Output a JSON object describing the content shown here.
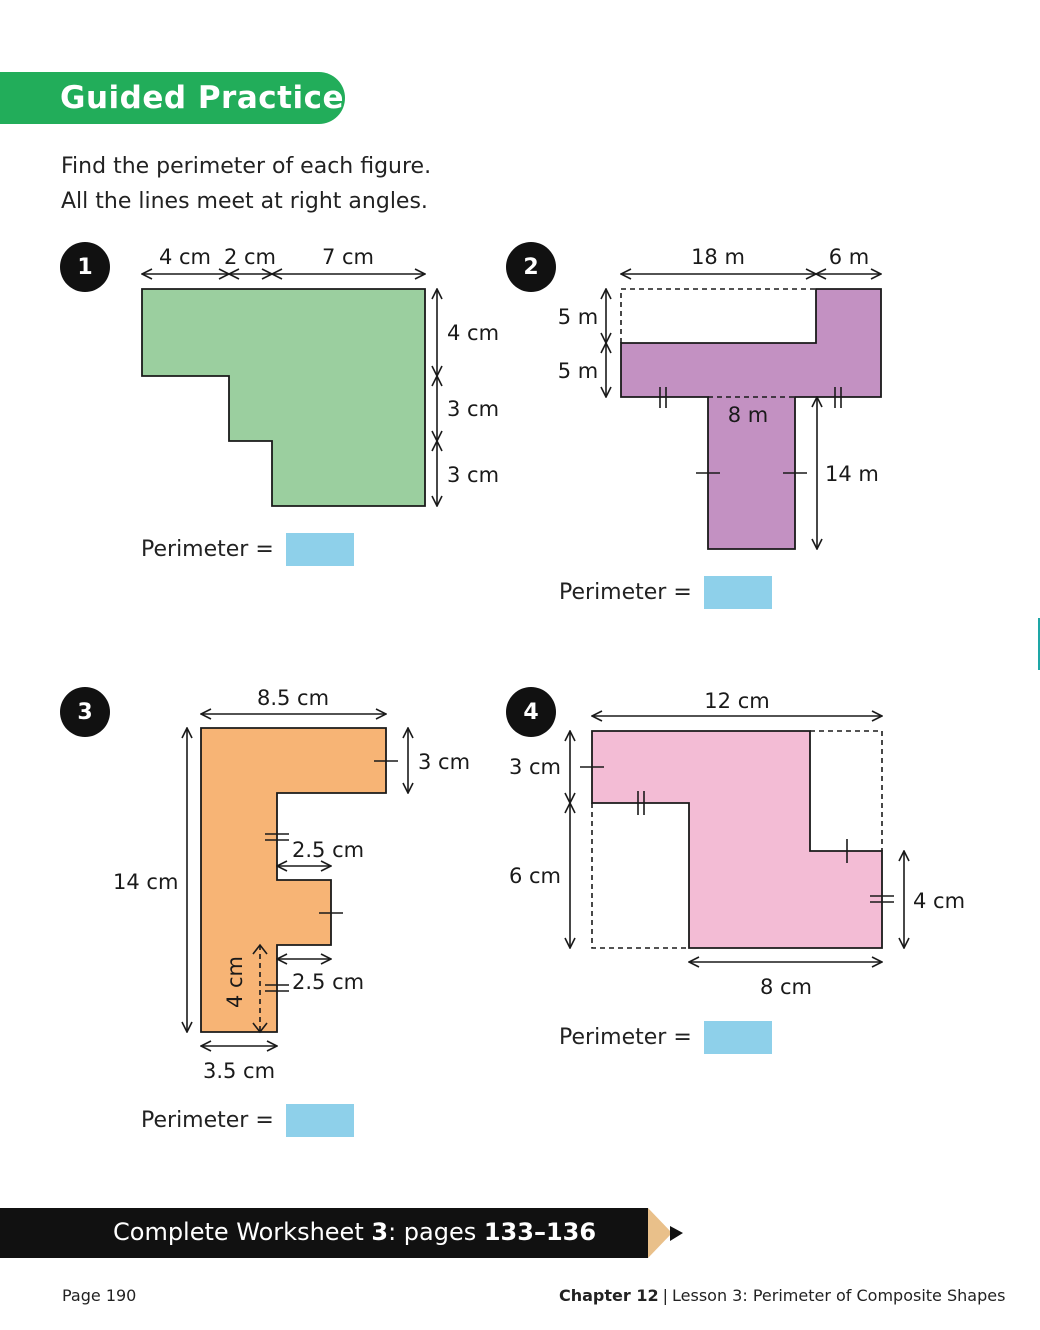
{
  "header": {
    "title": "Guided Practice"
  },
  "instructions": [
    "Find the perimeter of each figure.",
    "All the lines meet at right angles."
  ],
  "problems": [
    {
      "number": "1",
      "perimeter_label": "Perimeter =",
      "labels": [
        "4 cm",
        "2 cm",
        "7 cm",
        "4 cm",
        "3 cm",
        "3 cm"
      ],
      "fill": "#9bcf9f"
    },
    {
      "number": "2",
      "perimeter_label": "Perimeter =",
      "labels": [
        "18 m",
        "6 m",
        "5 m",
        "5 m",
        "8 m",
        "14 m"
      ],
      "fill": "#c391c2"
    },
    {
      "number": "3",
      "perimeter_label": "Perimeter =",
      "labels": [
        "8.5 cm",
        "3 cm",
        "2.5 cm",
        "14 cm",
        "2.5 cm",
        "4 cm",
        "3.5 cm"
      ],
      "fill": "#f7b475"
    },
    {
      "number": "4",
      "perimeter_label": "Perimeter =",
      "labels": [
        "12 cm",
        "3 cm",
        "6 cm",
        "4 cm",
        "8 cm"
      ],
      "fill": "#f3bcd5"
    }
  ],
  "footer": {
    "prefix": "Complete Worksheet ",
    "worksheet": "3",
    "mid": ": pages ",
    "pages": "133–136",
    "page_number": "Page 190",
    "chapter": "Chapter 12",
    "lesson": "Lesson 3: Perimeter of Composite Shapes"
  },
  "colors": {
    "banner": "#22ad5a",
    "answer_box": "#8ed0ea",
    "accent_edge": "#1ea6a6"
  }
}
